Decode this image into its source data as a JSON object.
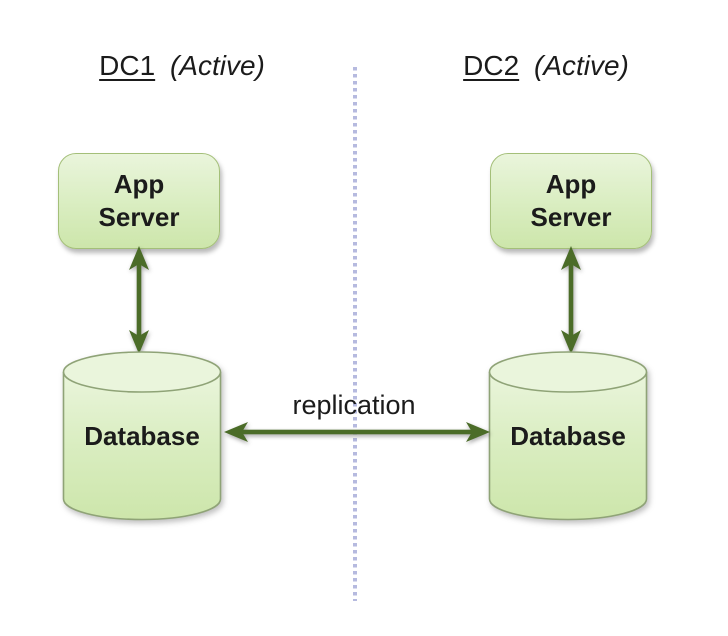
{
  "colors": {
    "node_fill_top": "#eaf5dc",
    "node_fill_mid": "#d9edc0",
    "node_fill_bottom": "#cde6ab",
    "node_border": "#a4bf79",
    "cylinder_border": "#8fa377",
    "arrow_color": "#4b6c28",
    "divider_color": "#b6badf",
    "text_color": "#1b1b1b",
    "background": "#ffffff"
  },
  "dc1": {
    "name": "DC1",
    "status": "(Active)",
    "app_server_label": "App\nServer",
    "database_label": "Database"
  },
  "dc2": {
    "name": "DC2",
    "status": "(Active)",
    "app_server_label": "App\nServer",
    "database_label": "Database"
  },
  "replication_label": "replication"
}
